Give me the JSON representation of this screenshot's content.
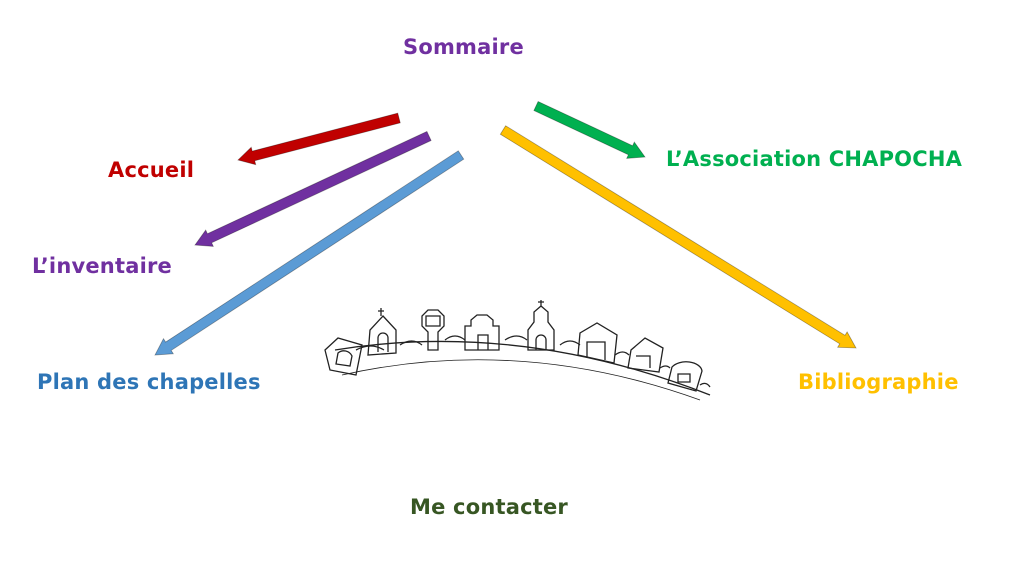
{
  "title": "Sommaire",
  "menu": [
    {
      "label": "Accueil",
      "color": "#c00000"
    },
    {
      "label": "L’inventaire",
      "color": "#7030a0"
    },
    {
      "label": "Plan des chapelles",
      "color": "#2e75b6"
    },
    {
      "label": "L’Association CHAPOCHA",
      "color": "#00b050"
    },
    {
      "label": "Bibliographie",
      "color": "#ffc000"
    },
    {
      "label": "Me contacter",
      "color": "#375623"
    }
  ],
  "arrow_colors": {
    "red": "#c00000",
    "purple": "#7030a0",
    "blue": "#5b9bd5",
    "green": "#00b050",
    "yellow": "#ffc000"
  },
  "title_color": "#7030a0"
}
